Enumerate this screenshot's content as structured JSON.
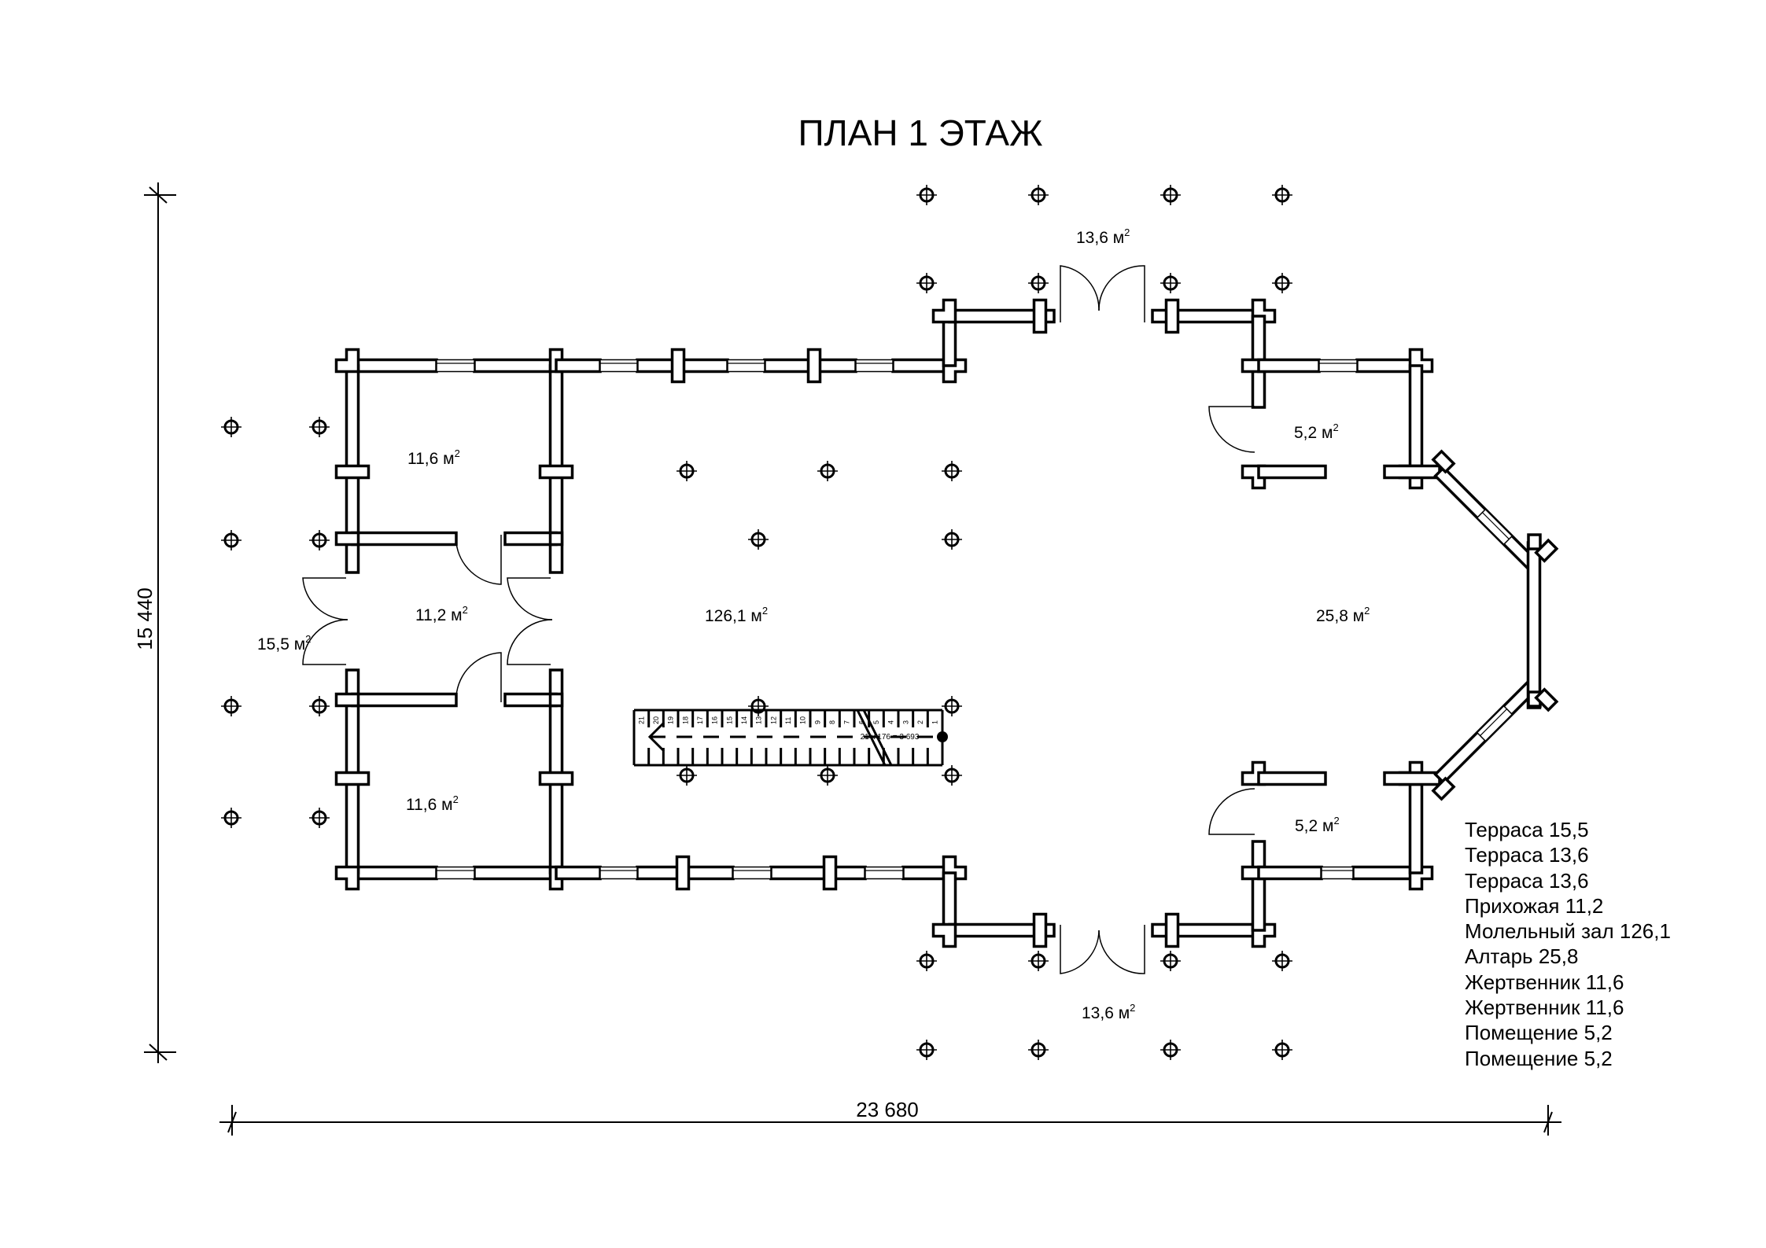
{
  "title": "ПЛАН 1 ЭТАЖ",
  "dimensions": {
    "height_label": "15 440",
    "width_label": "23 680"
  },
  "area_unit": "м",
  "area_unit_sup": "2",
  "rooms": [
    {
      "id": "zhertvennik-top",
      "area": "11,6"
    },
    {
      "id": "zhertvennik-bottom",
      "area": "11,6"
    },
    {
      "id": "prikhozhaya",
      "area": "11,2"
    },
    {
      "id": "terrace-west",
      "area": "15,5"
    },
    {
      "id": "molelny-zal",
      "area": "126,1"
    },
    {
      "id": "altar",
      "area": "25,8"
    },
    {
      "id": "pomeshchenie-top",
      "area": "5,2"
    },
    {
      "id": "pomeshchenie-bottom",
      "area": "5,2"
    },
    {
      "id": "terrace-north",
      "area": "13,6"
    },
    {
      "id": "terrace-south",
      "area": "13,6"
    }
  ],
  "stairs": {
    "steps": [
      "21",
      "20",
      "19",
      "18",
      "17",
      "16",
      "15",
      "14",
      "13",
      "12",
      "11",
      "10",
      "9",
      "8",
      "7",
      "6",
      "5",
      "4",
      "3",
      "2",
      "1"
    ],
    "note": "21 x 176 = 3 693"
  },
  "legend": [
    "Терраса 15,5",
    "Терраса 13,6",
    "Терраса 13,6",
    "Прихожая 11,2",
    "Молельный зал 126,1",
    "Алтарь 25,8",
    "Жертвенник 11,6",
    "Жертвенник 11,6",
    "Помещение 5,2",
    "Помещение 5,2"
  ]
}
